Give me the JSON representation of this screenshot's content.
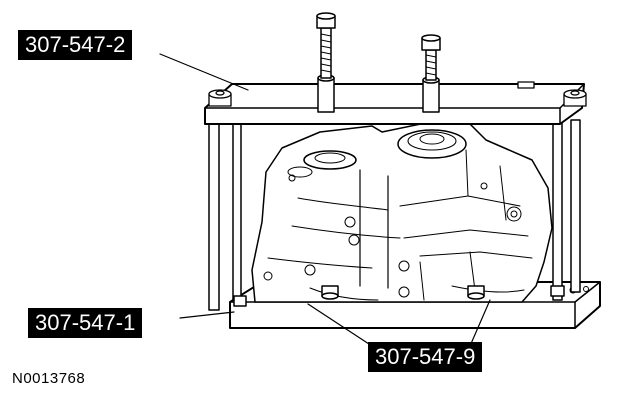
{
  "figure": {
    "id": "N0013768"
  },
  "callouts": {
    "top_plate": "307-547-2",
    "base_plate": "307-547-1",
    "pins": "307-547-9"
  }
}
